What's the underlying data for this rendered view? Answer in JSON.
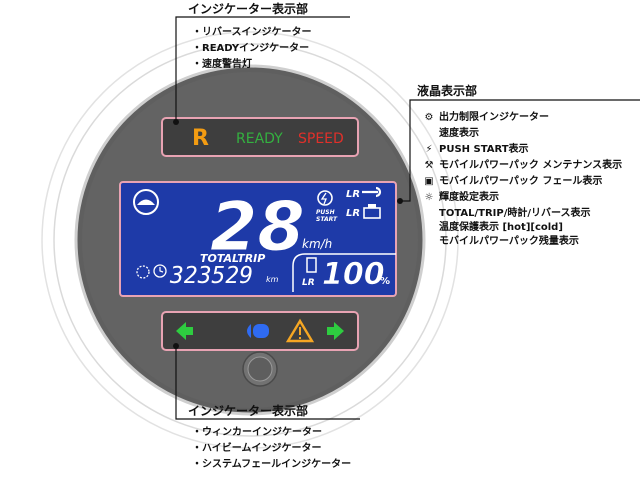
{
  "colors": {
    "dial_outer": "#636363",
    "dial_rim": "#cfcfcf",
    "panel_border": "#e8a3b3",
    "panel_fill": "#3b3b3b",
    "lcd_bg": "#1e3aa8",
    "lcd_text": "#ffffff",
    "ready_green": "#34b040",
    "speed_red": "#e0302a",
    "reverse_orange": "#f39c12",
    "arrow_green": "#2ecc40",
    "beam_blue": "#2f6bf2",
    "warning_orange": "#f5a623"
  },
  "top_section": {
    "title": "インジケーター表示部",
    "items": [
      "・リバースインジケーター",
      "・READYインジケーター",
      "・速度警告灯"
    ]
  },
  "lcd_section": {
    "title": "液晶表示部",
    "items": [
      {
        "icon": "output-limit-icon",
        "text": "出力制限インジケーター"
      },
      {
        "icon": "",
        "text": "速度表示"
      },
      {
        "icon": "push-start-icon",
        "text": "PUSH START表示"
      },
      {
        "icon": "wrench-icon",
        "text": "モバイルパワーパック メンテナンス表示"
      },
      {
        "icon": "battery-failure-icon",
        "text": "モバイルパワーパック フェール表示"
      },
      {
        "icon": "brightness-icon",
        "text": "輝度設定表示"
      },
      {
        "icon": "",
        "text": "TOTAL/TRIP/時計/リバース表示"
      },
      {
        "icon": "",
        "text": "温度保護表示 [hot][cold]"
      },
      {
        "icon": "",
        "text": "モバイルパワーパック残量表示"
      }
    ]
  },
  "bottom_section": {
    "title": "インジケーター表示部",
    "items": [
      "・ウィンカーインジケーター",
      "・ハイビームインジケーター",
      "・システムフェールインジケーター"
    ]
  },
  "indicators": {
    "reverse": "R",
    "ready": "READY",
    "speed": "SPEED"
  },
  "lcd": {
    "speed": "28",
    "unit": "km/h",
    "push": "PUSH",
    "start": "START",
    "lr_top": "LR",
    "lr_mid": "LR",
    "total_trip": "TOTALTRIP",
    "odometer": "323529",
    "odo_unit": "km",
    "lr_battery": "LR",
    "battery_percent": "100",
    "percent_sign": "%"
  }
}
